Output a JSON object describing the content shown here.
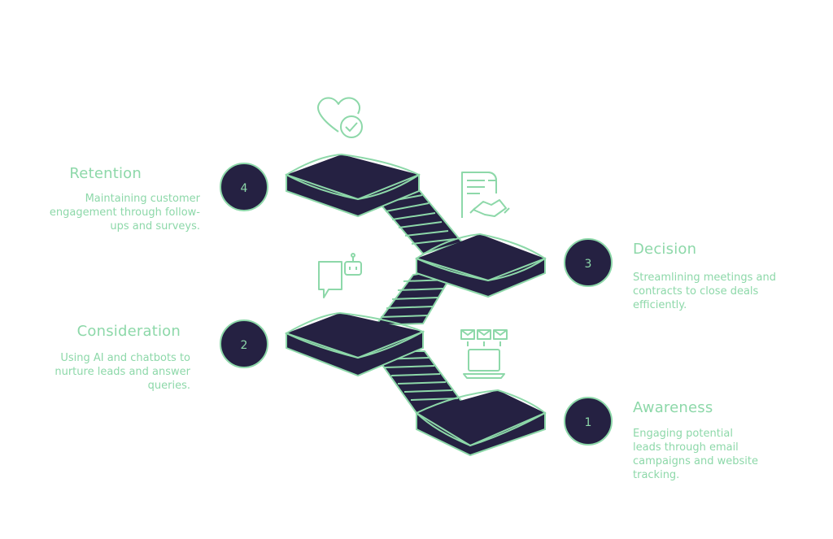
{
  "steps": [
    {
      "number": "1",
      "title": "Awareness",
      "description": "Engaging potential leads through email campaigns and website tracking."
    },
    {
      "number": "2",
      "title": "Consideration",
      "description": "Using AI and chatbots to nurture leads and answer queries."
    },
    {
      "number": "3",
      "title": "Decision",
      "description": "Streamlining meetings and contracts to close deals efficiently."
    },
    {
      "number": "4",
      "title": "Retention",
      "description": "Maintaining customer engagement through follow-ups and surveys."
    }
  ],
  "colors": {
    "accent": "#8dd8a9",
    "dark": "#252142",
    "background": "#ffffff"
  },
  "icons": {
    "step1": "laptop-email-icon",
    "step2": "chatbot-icon",
    "step3": "contract-handshake-icon",
    "step4": "heart-check-icon"
  }
}
